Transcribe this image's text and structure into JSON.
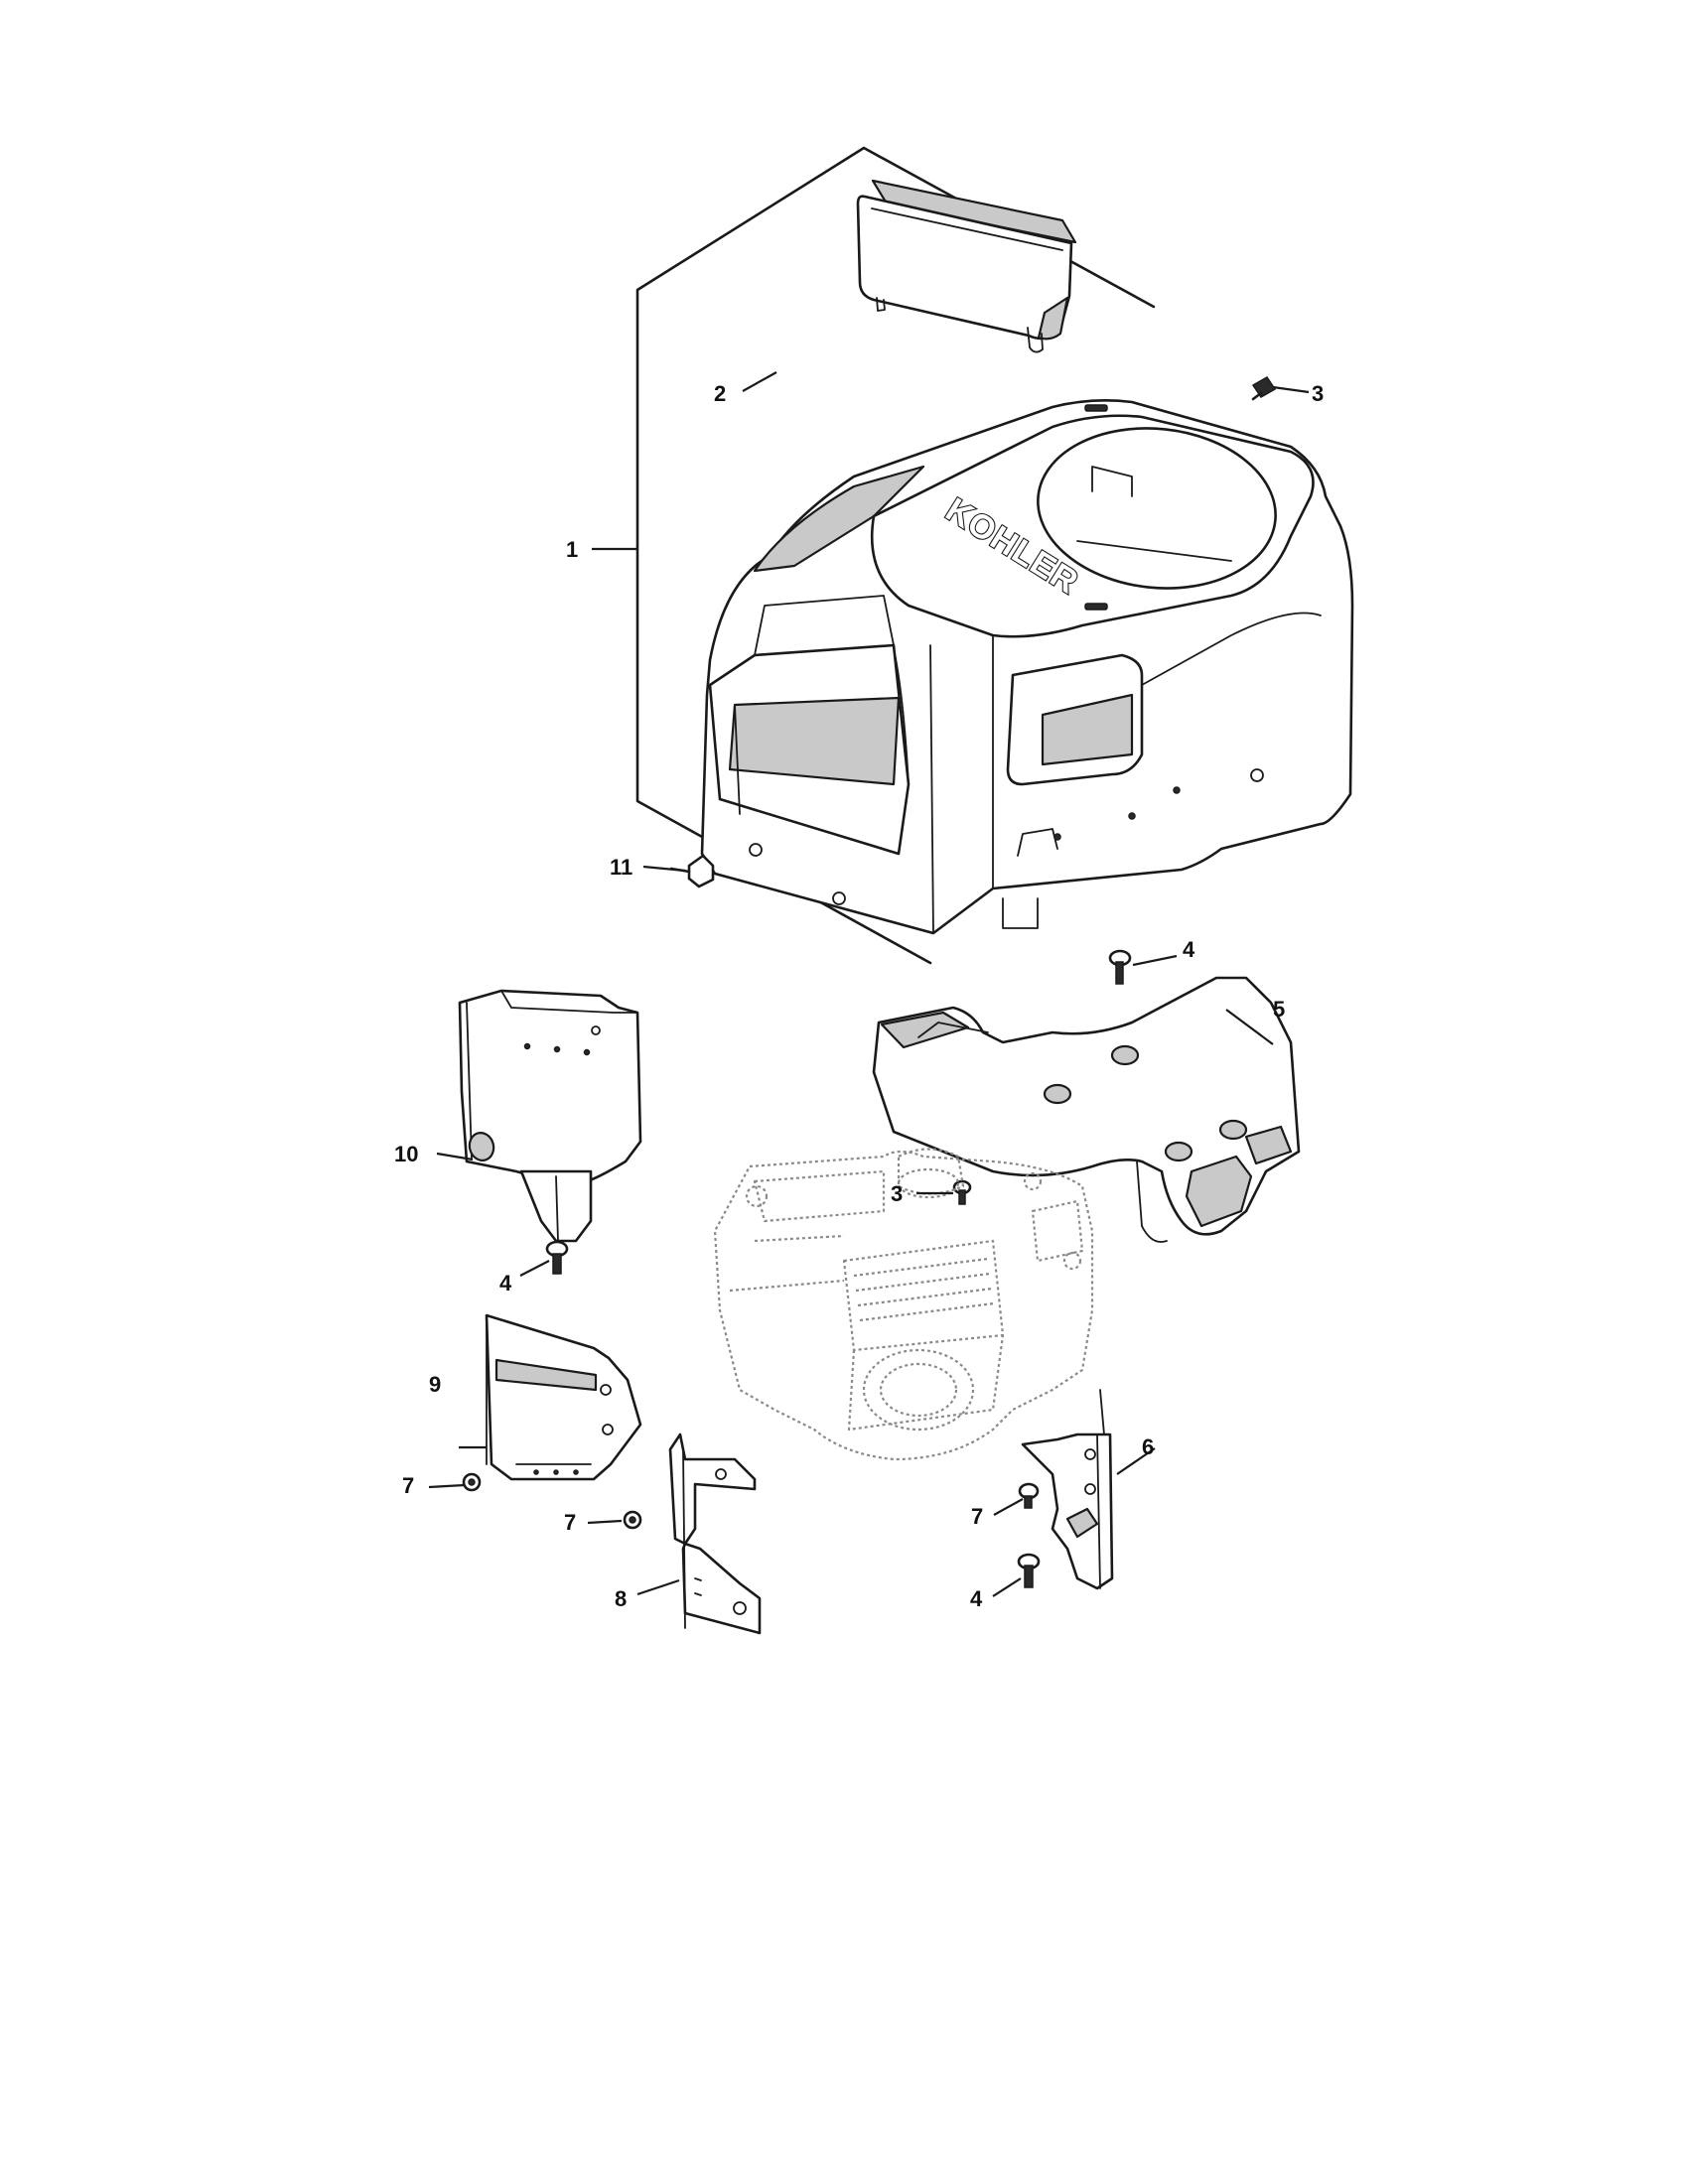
{
  "diagram": {
    "brand_logo_text": "KOHLER",
    "callouts": {
      "shroud": "1",
      "cover": "2",
      "screw_top": "3",
      "screw_mid": "3",
      "bolt_top": "4",
      "bolt_left": "4",
      "bolt_right": "4",
      "baffle_back": "5",
      "baffle_right": "6",
      "screw_left_low": "7",
      "screw_center": "7",
      "screw_right": "7",
      "baffle_lower_center": "8",
      "baffle_lower_left": "9",
      "baffle_upper_left": "10",
      "screw_shroud": "11"
    }
  }
}
